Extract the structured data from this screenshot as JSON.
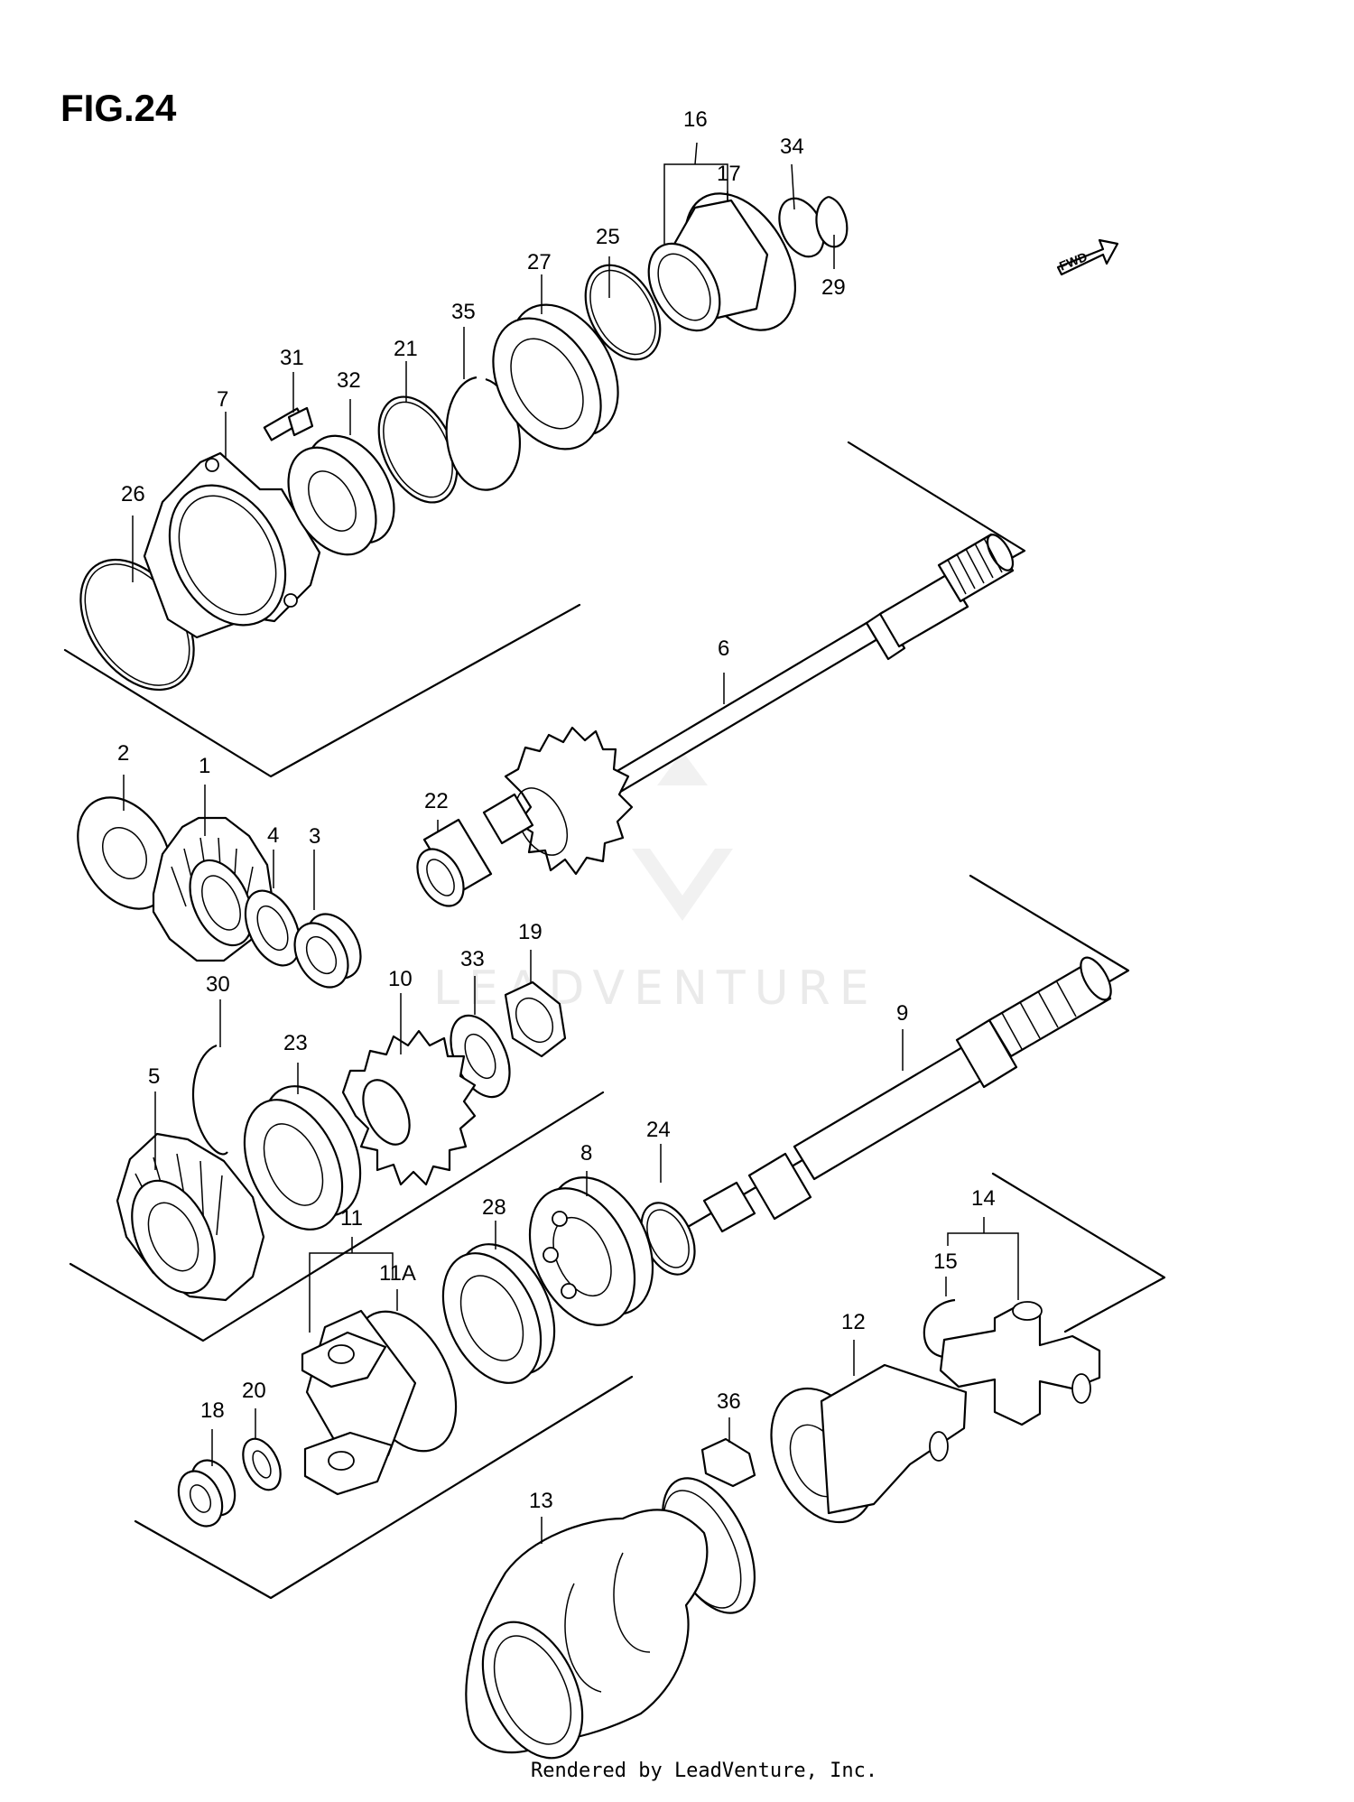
{
  "title": "FIG.24",
  "footer": "Rendered by LeadVenture, Inc.",
  "watermark": "LEADVENTURE",
  "fwd_label": "FWD",
  "callouts": {
    "c1": "1",
    "c2": "2",
    "c3": "3",
    "c4": "4",
    "c5": "5",
    "c6": "6",
    "c7": "7",
    "c8": "8",
    "c9": "9",
    "c10": "10",
    "c11": "11",
    "c11a": "11A",
    "c12": "12",
    "c13": "13",
    "c14": "14",
    "c15": "15",
    "c16": "16",
    "c17": "17",
    "c18": "18",
    "c19": "19",
    "c20": "20",
    "c21": "21",
    "c22": "22",
    "c23": "23",
    "c24": "24",
    "c25": "25",
    "c26": "26",
    "c27": "27",
    "c28": "28",
    "c29": "29",
    "c30": "30",
    "c31": "31",
    "c32": "32",
    "c33": "33",
    "c34": "34",
    "c35": "35",
    "c36": "36"
  }
}
